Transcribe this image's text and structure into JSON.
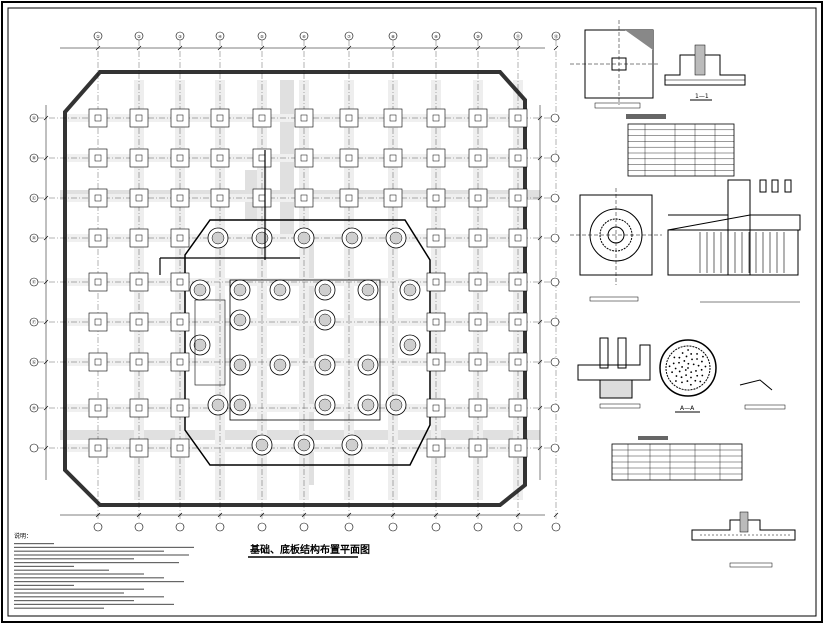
{
  "drawing": {
    "title": "基础、底板结构布置平面图",
    "note_heading": "说明：",
    "detail_label_1_1": "1—1",
    "detail_label_a_a": "A—A",
    "grid_labels_top": [
      "①",
      "②",
      "③",
      "④",
      "⑤",
      "⑥",
      "⑦",
      "⑧",
      "⑨",
      "⑩",
      "⑪",
      "⑫"
    ],
    "grid_labels_left": [
      "Ⓐ",
      "Ⓑ",
      "Ⓒ",
      "Ⓓ",
      "Ⓔ",
      "Ⓕ",
      "Ⓖ",
      "Ⓗ"
    ]
  },
  "colors": {
    "line": "#000000",
    "band": "#e0e0e0",
    "wall": "#333333"
  }
}
